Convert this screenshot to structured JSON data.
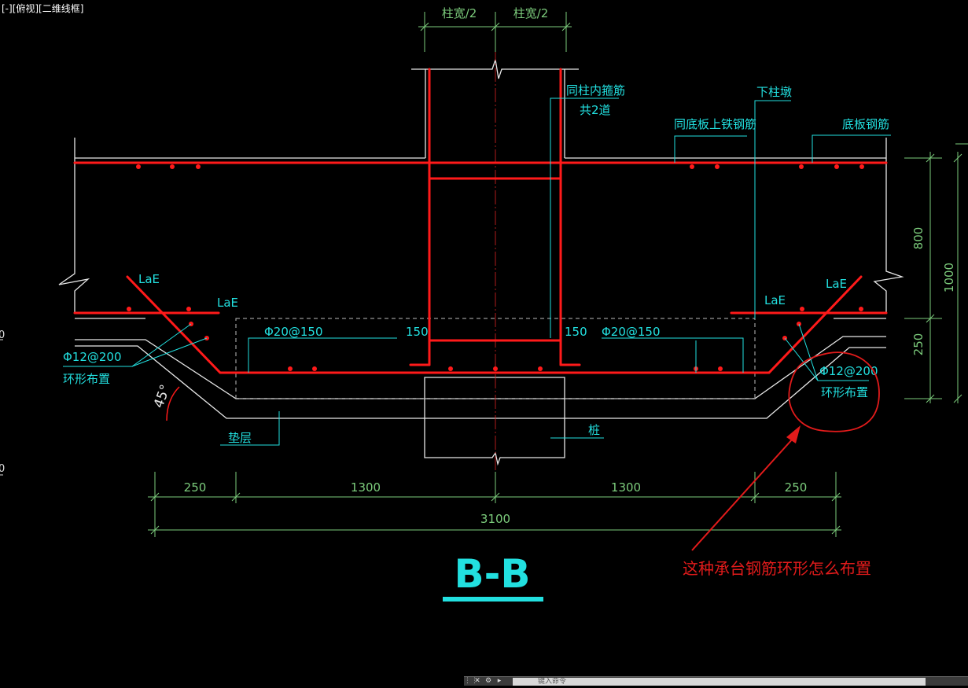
{
  "viewport": {
    "label": "[-][俯视][二维线框]"
  },
  "drawing": {
    "col_half_left": "柱宽/2",
    "col_half_right": "柱宽/2",
    "stirrup_note_1": "同柱内箍筋",
    "stirrup_note_2": "共2道",
    "lower_pier": "下柱墩",
    "same_top_rebar": "同底板上铁钢筋",
    "slab_rebar": "底板钢筋",
    "lae_1": "LaE",
    "lae_2": "LaE",
    "lae_3": "LaE",
    "lae_4": "LaE",
    "bottom_bars_left": "Φ20@150",
    "bottom_bars_right": "Φ20@150",
    "dim_150_left": "150",
    "dim_150_right": "150",
    "ring_bar_left": "Φ12@200",
    "ring_layout_left": "环形布置",
    "ring_bar_right": "Φ12@200",
    "ring_layout_right": "环形布置",
    "angle": "45°",
    "cushion": "垫层",
    "pile": "桩",
    "dim_800": "800",
    "dim_250_v": "250",
    "dim_1000": "1000",
    "dim_250_l": "250",
    "dim_1300_l": "1300",
    "dim_1300_r": "1300",
    "dim_250_r": "250",
    "dim_total": "3100",
    "section_title": "B-B"
  },
  "annotation": {
    "question": "这种承台钢筋环形怎么布置",
    "color": "#e21b1b"
  },
  "colors": {
    "background": "#000000",
    "rebar": "#ff1a1a",
    "leader": "#00ffff",
    "dimension": "#8fd08f",
    "outline": "#ffffff",
    "title": "#00ffff"
  },
  "command_bar": {
    "placeholder": "键入命令",
    "close_icon": "close-icon",
    "customize_icon": "wrench-icon",
    "prompt_icon": "command-prompt-icon"
  }
}
